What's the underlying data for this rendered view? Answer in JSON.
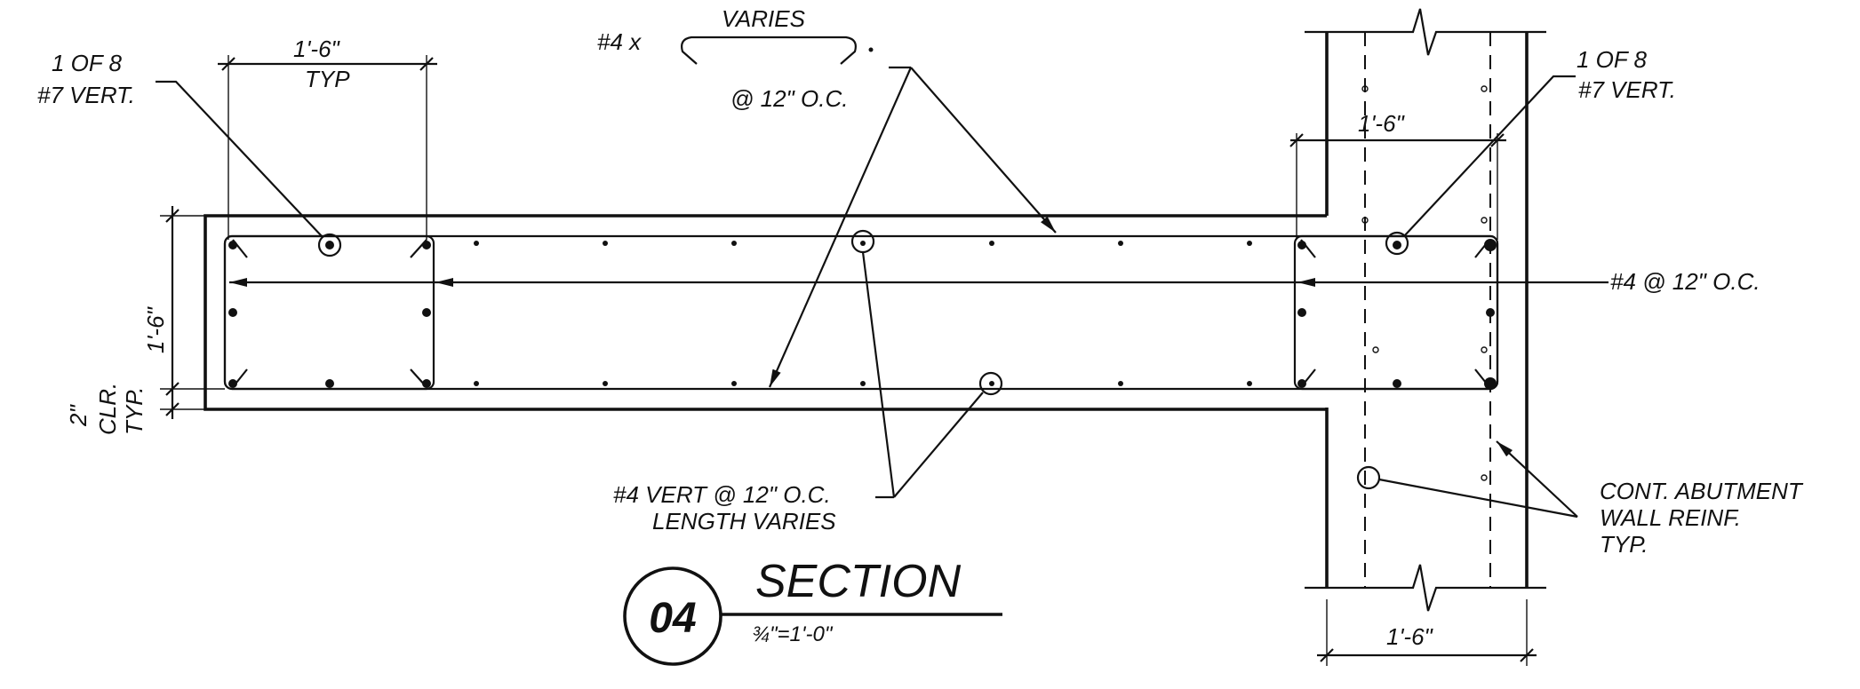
{
  "labels": {
    "bar_left_count": "1 OF 8",
    "bar_left_size": "#7 VERT.",
    "bar_right_count": "1 OF 8",
    "bar_right_size": "#7 VERT.",
    "dim_top_left": "1'-6\"",
    "dim_top_left_note": "TYP",
    "tie_bar": "#4 x",
    "tie_length": "VARIES",
    "tie_spacing": "@ 12\" O.C.",
    "wall_dim_top": "1'-6\"",
    "horizontal_bar": "#4 @ 12\" O.C.",
    "height_dim": "1'-6\"",
    "cover_value": "2\"",
    "cover_text": "CLR.",
    "cover_note": "TYP.",
    "vert_bars": "#4 VERT @ 12\" O.C.",
    "vert_bars_length": "LENGTH VARIES",
    "abutment_line1": "CONT. ABUTMENT",
    "abutment_line2": "WALL REINF.",
    "abutment_line3": "TYP.",
    "wall_dim_bottom": "1'-6\""
  },
  "title_block": {
    "number": "04",
    "title": "SECTION",
    "scale": "¾\"=1'-0\""
  }
}
